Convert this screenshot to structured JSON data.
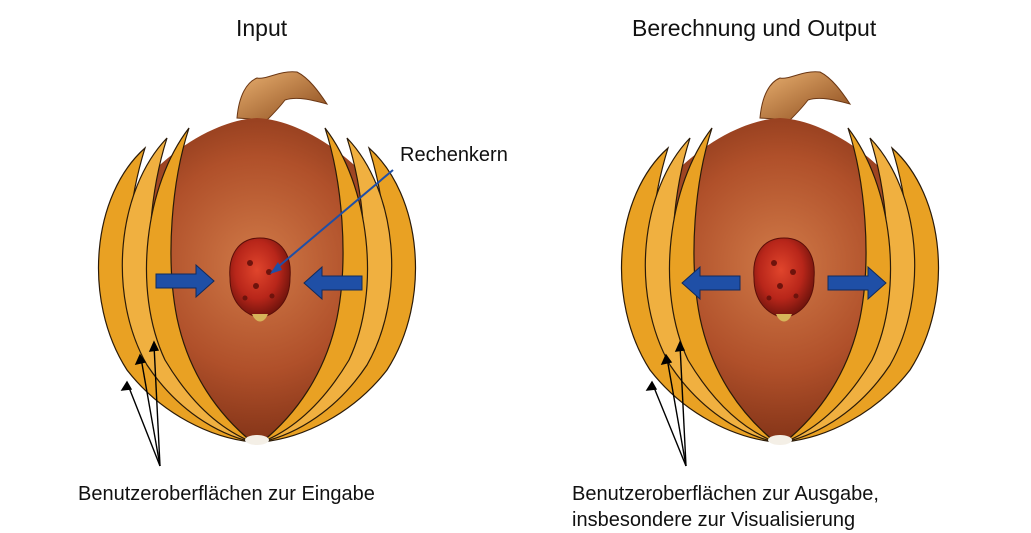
{
  "left_panel": {
    "title": "Input",
    "core_label": "Rechenkern",
    "caption": "Benutzeroberflächen zur Eingabe"
  },
  "right_panel": {
    "title": "Berechnung und Output",
    "caption_line1": "Benutzeroberflächen zur Ausgabe,",
    "caption_line2": "insbesondere zur Visualisierung"
  },
  "colors": {
    "onion_flesh": "#b5562c",
    "layer_fill": "#e9a123",
    "arrow_fill": "#1f4fa6",
    "core_fill": "#b8261a",
    "pointer_line": "#1f4fa6"
  }
}
